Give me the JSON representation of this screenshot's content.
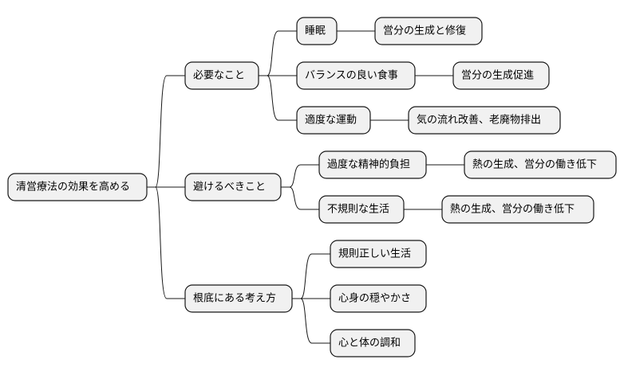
{
  "mindmap": {
    "root": "清営療法の効果を高める",
    "branches": [
      {
        "label": "必要なこと",
        "children": [
          {
            "label": "睡眠",
            "children": [
              {
                "label": "営分の生成と修復"
              }
            ]
          },
          {
            "label": "バランスの良い食事",
            "children": [
              {
                "label": "営分の生成促進"
              }
            ]
          },
          {
            "label": "適度な運動",
            "children": [
              {
                "label": "気の流れ改善、老廃物排出"
              }
            ]
          }
        ]
      },
      {
        "label": "避けるべきこと",
        "children": [
          {
            "label": "過度な精神的負担",
            "children": [
              {
                "label": "熱の生成、営分の働き低下"
              }
            ]
          },
          {
            "label": "不規則な生活",
            "children": [
              {
                "label": "熱の生成、営分の働き低下"
              }
            ]
          }
        ]
      },
      {
        "label": "根底にある考え方",
        "children": [
          {
            "label": "規則正しい生活"
          },
          {
            "label": "心身の穏やかさ"
          },
          {
            "label": "心と体の調和"
          }
        ]
      }
    ]
  }
}
